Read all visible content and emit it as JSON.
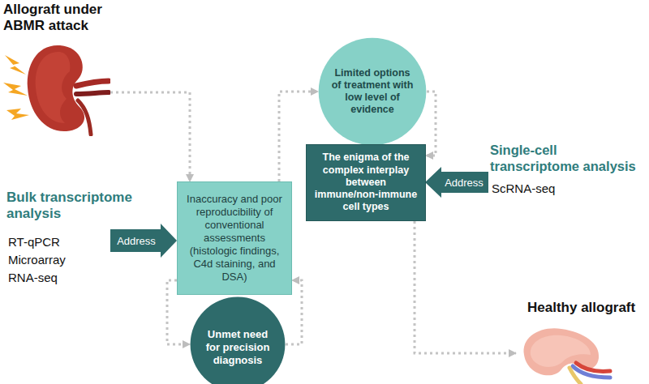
{
  "diagram": {
    "nodes": [
      {
        "text": [
          "Allograft under ABMR attack"
        ]
      },
      {
        "text": [
          "Address"
        ]
      },
      {
        "text": [
          "Inaccuracy and poor reproducibility of conventional assessments (histologic findings, C4d staining, and DSA)"
        ]
      },
      {
        "text": [
          "Unmet need for precision diagnosis"
        ]
      },
      {
        "text": [
          "Limited options of treatment with low level of evidence"
        ]
      },
      {
        "text": [
          "The enigma of the complex interplay between immune/non-immune cell types"
        ]
      },
      {
        "text": [
          "Address"
        ]
      },
      {
        "text": [
          "Healthy allograft"
        ]
      }
    ],
    "edges": [
      {
        "from": 0,
        "to": 2,
        "arrow": "to"
      },
      {
        "from": 2,
        "to": 3,
        "arrow": "to"
      },
      {
        "from": 3,
        "to": 2,
        "arrow": "to"
      },
      {
        "from": 2,
        "to": 4,
        "arrow": "to"
      },
      {
        "from": 4,
        "to": 5,
        "arrow": "to"
      },
      {
        "from": 5,
        "to": 7,
        "arrow": "to"
      }
    ],
    "labels": [
      "Bulk transcriptome analysis",
      "RT-qPCR",
      "Microarray",
      "RNA-seq",
      "Single-cell transcriptome analysis",
      "ScRNA-seq"
    ]
  }
}
